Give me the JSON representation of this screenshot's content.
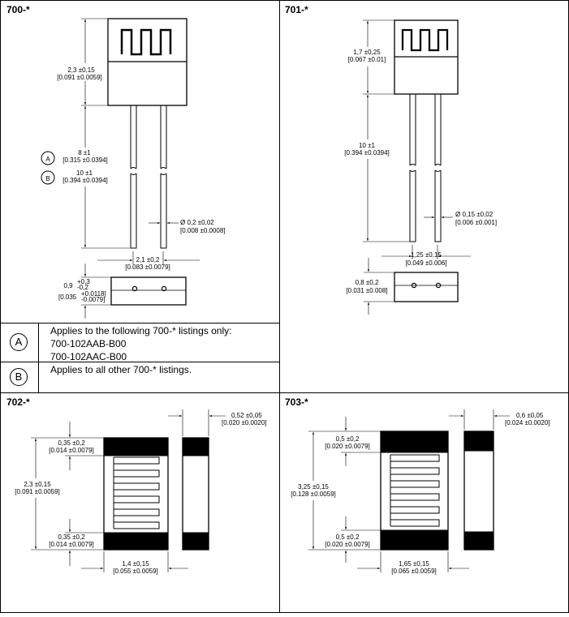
{
  "cells": {
    "c700": "700-*",
    "c701": "701-*",
    "c702": "702-*",
    "c703": "703-*"
  },
  "notes": {
    "a_letter": "A",
    "a_line1": "Applies to the following 700-* listings only:",
    "a_line2": "700-102AAB-B00",
    "a_line3": "700-102AAC-B00",
    "b_letter": "B",
    "b_line1": "Applies to all other 700-* listings."
  },
  "d700": {
    "height_mm": "2,3 ±0,15",
    "height_in": "[0.091 ±0.0059]",
    "leadA_letter": "A",
    "leadA_mm": "8 ±1",
    "leadA_in": "[0.315 ±0.0394]",
    "leadB_letter": "B",
    "leadB_mm": "10 ±1",
    "leadB_in": "[0.394 ±0.0394]",
    "dia_mm": "Ø 0,2 ±0,02",
    "dia_in": "[0.008 ±0.0008]",
    "pitch_mm": "2,1 ±0,2",
    "pitch_in": "[0.083 ±0.0079]",
    "thick_mm": "0,9",
    "thick_tol_plus": "+0,3",
    "thick_tol_minus": "-0,2",
    "thick_in": "[0.035",
    "thick_in_plus": "+0.0118]",
    "thick_in_minus": "-0.0079]"
  },
  "d701": {
    "height_mm": "1,7 ±0,25",
    "height_in": "[0.067 ±0.01]",
    "lead_mm": "10 ±1",
    "lead_in": "[0.394 ±0.0394]",
    "dia_mm": "Ø 0,15 ±0,02",
    "dia_in": "[0.006 ±0.001]",
    "pitch_mm": "1,25 ±0,15",
    "pitch_in": "[0.049 ±0.006]",
    "thick_mm": "0,8 ±0,2",
    "thick_in": "[0.031 ±0.008]"
  },
  "d702": {
    "thick_mm": "0,52 ±0,05",
    "thick_in": "[0.020 ±0.0020]",
    "top_mm": "0,35 ±0,2",
    "top_in": "[0.014 ±0.0079]",
    "height_mm": "2,3 ±0,15",
    "height_in": "[0.091 ±0.0059]",
    "bot_mm": "0,35 ±0,2",
    "bot_in": "[0.014 ±0.0079]",
    "width_mm": "1,4 ±0,15",
    "width_in": "[0.055 ±0.0059]"
  },
  "d703": {
    "thick_mm": "0,6 ±0,05",
    "thick_in": "[0.024 ±0.0020]",
    "top_mm": "0,5 ±0,2",
    "top_in": "[0.020 ±0.0079]",
    "height_mm": "3,25 ±0,15",
    "height_in": "[0.128 ±0.0059]",
    "bot_mm": "0,5 ±0,2",
    "bot_in": "[0.020 ±0.0079]",
    "width_mm": "1,65 ±0,15",
    "width_in": "[0.065 ±0.0059]"
  }
}
